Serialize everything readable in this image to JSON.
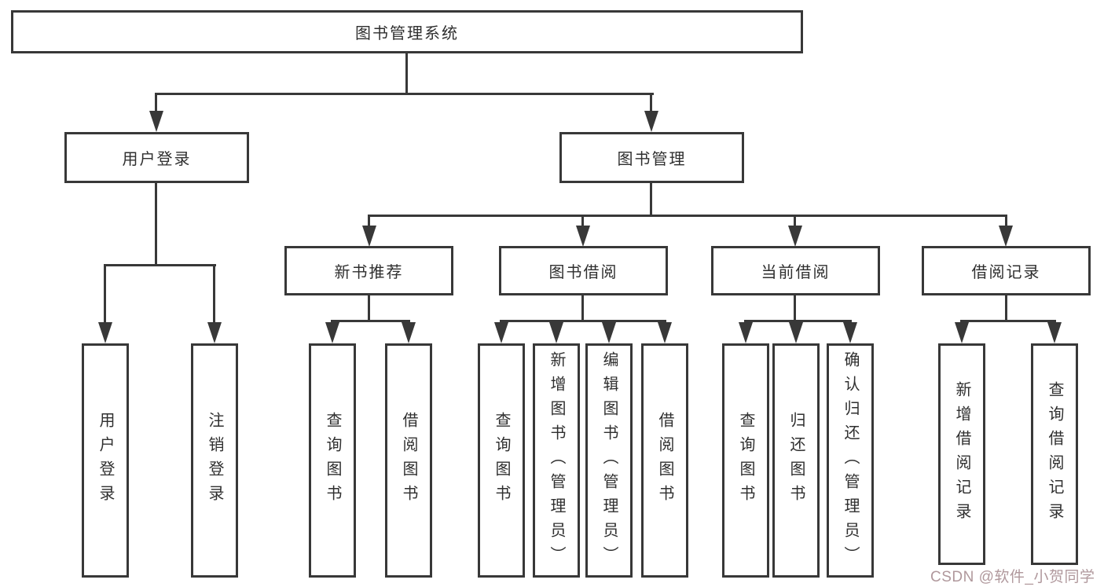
{
  "diagram": {
    "title": "图书管理系统",
    "branches": [
      {
        "label": "用户登录",
        "children": [
          {
            "label": "用户登录"
          },
          {
            "label": "注销登录"
          }
        ]
      },
      {
        "label": "图书管理",
        "children": [
          {
            "label": "新书推荐",
            "children": [
              {
                "label": "查询图书"
              },
              {
                "label": "借阅图书"
              }
            ]
          },
          {
            "label": "图书借阅",
            "children": [
              {
                "label": "查询图书"
              },
              {
                "label": "新增图书（管理员）"
              },
              {
                "label": "编辑图书（管理员）"
              },
              {
                "label": "借阅图书"
              }
            ]
          },
          {
            "label": "当前借阅",
            "children": [
              {
                "label": "查询图书"
              },
              {
                "label": "归还图书"
              },
              {
                "label": "确认归还（管理员）"
              }
            ]
          },
          {
            "label": "借阅记录",
            "children": [
              {
                "label": "新增借阅记录"
              },
              {
                "label": "查询借阅记录"
              }
            ]
          }
        ]
      }
    ]
  },
  "watermark": {
    "text": "CSDN @软件_小贺同学"
  },
  "colors": {
    "line": "#383838",
    "text": "#2f2f2f",
    "watermark": "#b0989c",
    "background": "#ffffff"
  }
}
